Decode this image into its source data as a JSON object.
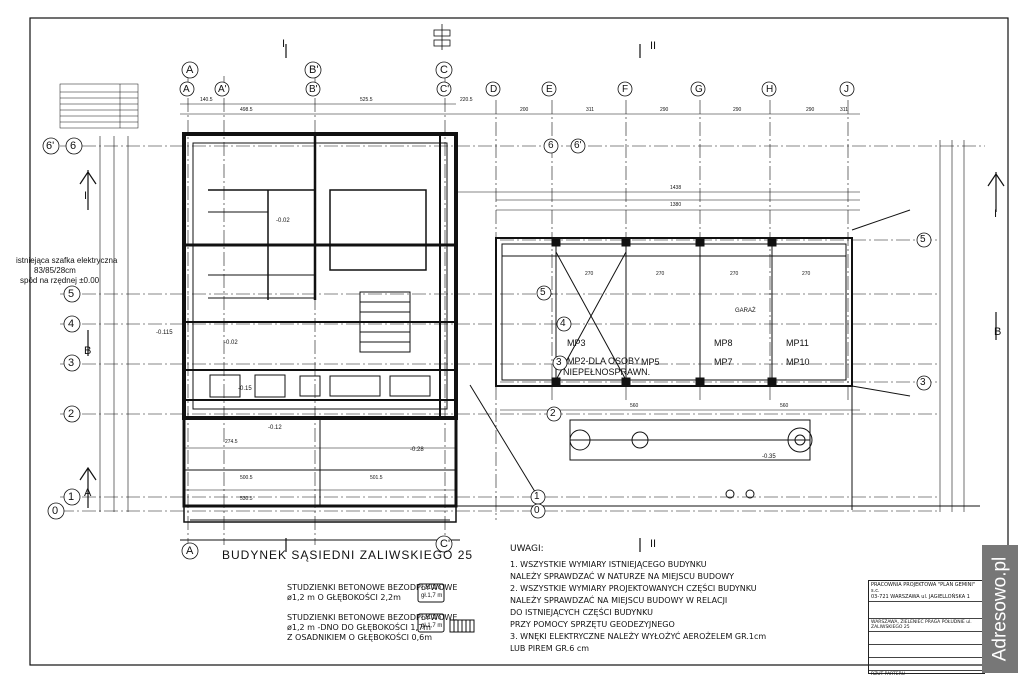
{
  "neighbor_caption": "BUDYNEK SĄSIEDNI ZALIWSKIEGO 25",
  "electrical_cabinet": {
    "line1": "istniejąca szafka elektryczna",
    "line2": "83/85/28cm",
    "line3": "spód na rzędnej ±0.00"
  },
  "axes_letters": [
    "A",
    "A'",
    "B'",
    "C",
    "C'",
    "D",
    "E",
    "F",
    "G",
    "H",
    "J"
  ],
  "axes_numbers": [
    "0",
    "1",
    "2",
    "3",
    "4",
    "5",
    "6",
    "6'"
  ],
  "section_marks": [
    "A",
    "B",
    "C",
    "I",
    "II"
  ],
  "parking": {
    "mp2_line1": "MP2-DLA OSOBY",
    "mp2_line2": "NIEPEŁNOSPRAWN.",
    "mp3": "MP3",
    "mp5": "MP5",
    "mp7": "MP7",
    "mp8": "MP8",
    "mp10": "MP10",
    "mp11": "MP11",
    "garage": "GARAŻ"
  },
  "wells": {
    "w1_line1": "STUDZIENKI BETONOWE BEZODPŁYWOWE",
    "w1_line2": "ø1,2 m O GŁĘBOKOŚCI 2,2m",
    "w2_line1": "STUDZIENKI BETONOWE BEZODPŁYWOWE",
    "w2_line2": "ø1,2 m -DNO DO GŁĘBOKOŚCI 1,7m",
    "w2_line3": "Z OSADNIKIEM O GŁĘBOKOŚCI 0,6m",
    "sym1_a": "ø1,2m",
    "sym1_b": "gł.1,7 m",
    "sym2_a": "ø1,2m",
    "sym2_b": "gł.1,7 m"
  },
  "notes": {
    "title": "UWAGI:",
    "items": [
      "1. WSZYSTKIE WYMIARY ISTNIEJĄCEGO BUDYNKU",
      "    NALEŻY SPRAWDZAĆ W NATURZE NA MIEJSCU BUDOWY",
      "2. WSZYSTKIE WYMIARY PROJEKTOWANYCH CZĘŚCI BUDYNKU",
      "    NALEŻY SPRAWDZAĆ NA MIEJSCU BUDOWY W RELACJI",
      "    DO ISTNIEJĄCYCH CZĘŚCI BUDYNKU",
      "    PRZY POMOCY SPRZĘTU GEODEZYJNEGO",
      "3. WNĘKI ELEKTRYCZNE NALEŻY WYŁOŻYĆ AEROŻELEM GR.1cm",
      "    LUB PIREM GR.6 cm"
    ]
  },
  "title_block": {
    "firm_line1": "PRACOWNIA PROJEKTOWA \"PLAN GEMINI\" s.c.",
    "firm_line2": "03-721 WARSZAWA ul. JAGIELLOŃSKA 1",
    "row3": "WARSZAWA, ZIELENIEC PRAGA POŁUDNIE ul. ZALIWSKIEGO 25",
    "row6": "RZUT PARTERU"
  },
  "dims": {
    "d1": "140.5",
    "d2": "498.5",
    "d3": "525.5",
    "d4": "220.5",
    "d5": "200",
    "d6": "311",
    "d7": "290",
    "d8": "290",
    "d9": "290",
    "d10": "311",
    "d11": "1438",
    "d12": "1380",
    "d13": "560",
    "d14": "560",
    "d15": "530.5",
    "d16": "500.5",
    "d17": "501.5",
    "d18": "274.5",
    "d19": "270",
    "d20": "270",
    "d21": "270",
    "d22": "270"
  },
  "levels": {
    "l1": "-0.02",
    "l2": "-0.02",
    "l3": "-0.12",
    "l4": "-0.28",
    "l5": "-0.35",
    "l6": "-0.15",
    "l7": "-0.115"
  },
  "watermark": "Adresowo.pl",
  "colors": {
    "ink": "#111111",
    "watermark_bg": "#777777"
  }
}
